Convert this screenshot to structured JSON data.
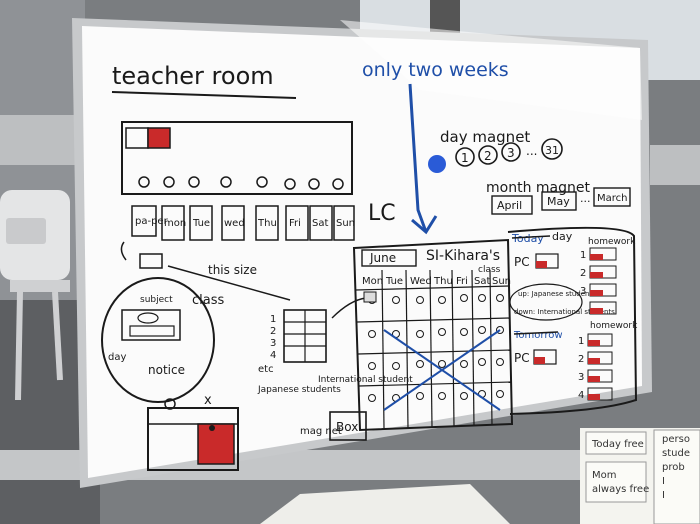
{
  "board": {
    "title": "teacher room",
    "blue_note": "only two weeks",
    "day_magnet_label": "day magnet",
    "day_magnets": [
      "1",
      "2",
      "3",
      "31"
    ],
    "day_magnet_ellipsis": "...",
    "month_magnet_label": "month magnet",
    "month_magnets": [
      "April",
      "May",
      "March"
    ],
    "month_ellipsis": "...",
    "days": [
      "pa-per",
      "mon",
      "Tue",
      "wed",
      "Thu",
      "Fri",
      "Sat",
      "Sun"
    ],
    "this_size": "this size",
    "subject": "subject",
    "class_label": "class",
    "day_label": "day",
    "notice": "notice",
    "x_mark": "x",
    "lc": "LC",
    "calendar": {
      "month": "June",
      "class_name": "SI-Kihara's",
      "class_word": "class",
      "weekdays": [
        "Mon",
        "Tue",
        "Wed",
        "Thu",
        "Fri",
        "Sat",
        "Sun"
      ]
    },
    "students_list": {
      "numbers": [
        "1",
        "2",
        "3",
        "4"
      ],
      "etc": "etc",
      "japanese": "Japanese students",
      "international": "International student"
    },
    "magnet_box": {
      "magnet": "mag net",
      "box": "Box"
    },
    "today_panel": {
      "today": "Today",
      "day": "day",
      "homework": "homework",
      "pc": "PC",
      "up": "up: Japanese students",
      "down": "down: International students",
      "numbers": [
        "1",
        "2",
        "3"
      ]
    },
    "tomorrow_panel": {
      "tomorrow": "Tomorrow",
      "homework": "homework",
      "pc": "PC",
      "numbers": [
        "1",
        "2",
        "3",
        "4"
      ]
    }
  },
  "stickies": {
    "left_top": "Today free",
    "left_bottom": "Mom\nalways free",
    "right_lines": [
      "perso",
      "stude",
      "prob",
      "I",
      "I"
    ]
  },
  "colors": {
    "marker_black": "#1a1a1a",
    "marker_blue": "#1f4fa8",
    "magnet_red": "#c92a2a",
    "magnet_blue": "#2a5bd7"
  }
}
